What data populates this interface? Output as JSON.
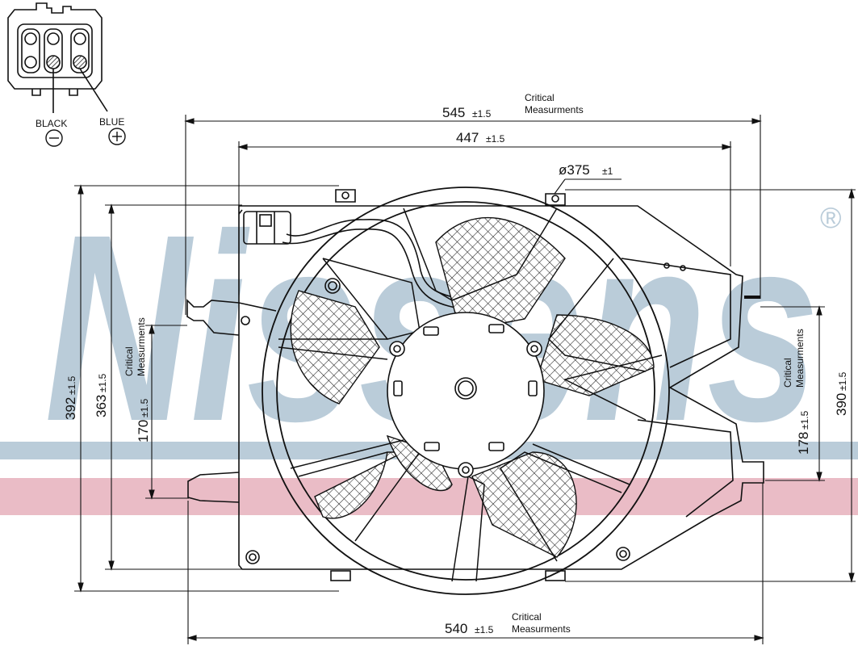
{
  "watermark": {
    "brand": "Nissens",
    "registered_mark": "®",
    "band_colors": {
      "blue": "#b7cad8",
      "pink": "#e9b9c3"
    }
  },
  "connector": {
    "black_label": "BLACK",
    "blue_label": "BLUE",
    "minus_symbol": "−",
    "plus_symbol": "+"
  },
  "dimensions": {
    "width_545": {
      "value": "545",
      "tol": "±1.5"
    },
    "width_447": {
      "value": "447",
      "tol": "±1.5"
    },
    "diameter": {
      "value": "ø375",
      "tol": "±1"
    },
    "height_392": {
      "value": "392",
      "tol": "±1.5"
    },
    "height_363": {
      "value": "363",
      "tol": "±1.5"
    },
    "height_170": {
      "value": "170",
      "tol": "±1.5"
    },
    "height_178": {
      "value": "178",
      "tol": "±1.5"
    },
    "height_390": {
      "value": "390",
      "tol": "±1.5"
    },
    "width_540": {
      "value": "540",
      "tol": "±1.5"
    }
  },
  "critical_labels": {
    "line1": "Critical",
    "line2": "Measurments",
    "line2_vertical": "Measurments"
  },
  "colors": {
    "line": "#111111",
    "mesh": "#222222"
  }
}
